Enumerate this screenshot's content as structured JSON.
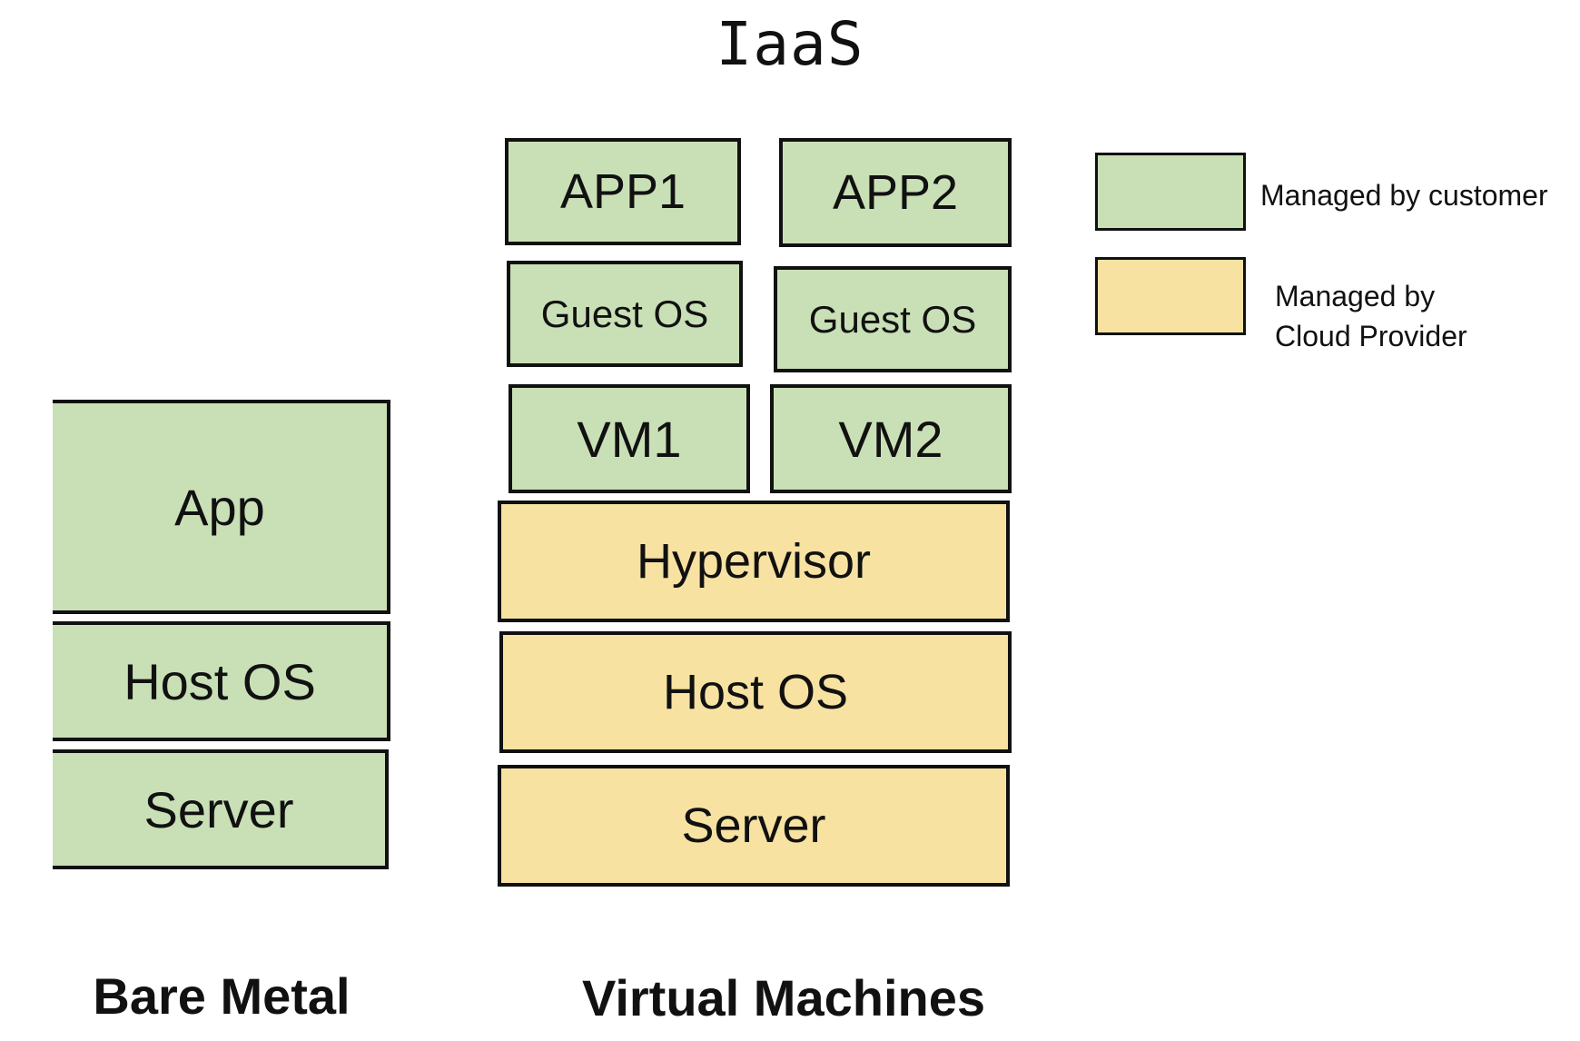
{
  "title": "IaaS",
  "bare_metal": {
    "caption": "Bare Metal",
    "layers": {
      "app": "App",
      "host_os": "Host OS",
      "server": "Server"
    }
  },
  "virtual_machines": {
    "caption": "Virtual Machines",
    "app1": "APP1",
    "app2": "APP2",
    "guest_os_1": "Guest OS",
    "guest_os_2": "Guest OS",
    "vm1": "VM1",
    "vm2": "VM2",
    "hypervisor": "Hypervisor",
    "host_os": "Host OS",
    "server": "Server"
  },
  "legend": {
    "customer": {
      "label": "Managed by customer",
      "color": "#c9e0b6"
    },
    "provider": {
      "label_line1": "Managed by",
      "label_line2": "Cloud Provider",
      "color": "#f8e2a2"
    }
  }
}
